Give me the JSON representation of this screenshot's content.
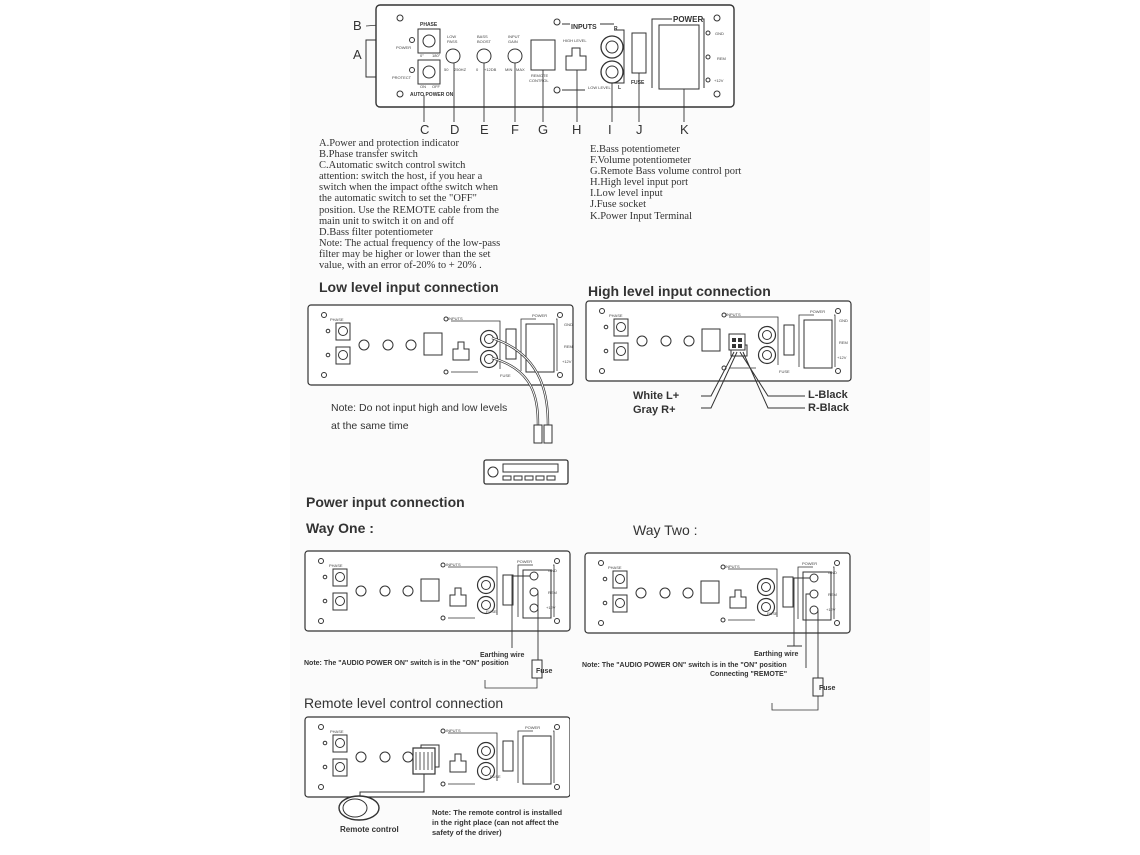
{
  "callouts": {
    "A": "A",
    "B": "B",
    "C": "C",
    "D": "D",
    "E": "E",
    "F": "F",
    "G": "G",
    "H": "H",
    "I": "I",
    "J": "J",
    "K": "K"
  },
  "panel": {
    "phase": "PHASE",
    "power": "POWER",
    "protect": "PROTECT",
    "auto_power_on": "AUTO POWER ON",
    "low_pass_1": "LOW",
    "low_pass_2": "PASS",
    "bass_boost_1": "BASS",
    "bass_boost_2": "BOOST",
    "input_gain_1": "INPUT",
    "input_gain_2": "GAIN",
    "remote_control_1": "REMOTE",
    "remote_control_2": "CONTROL",
    "inputs": "INPUTS",
    "high_level": "HIGH LEVEL",
    "low_level": "LOW LEVEL",
    "r": "R",
    "l": "L",
    "fuse": "FUSE",
    "power_title": "POWER",
    "gnd": "GND",
    "rem": "REM",
    "v12": "+12V",
    "deg0": "0°",
    "deg180": "180°",
    "on": "ON",
    "off": "OFF",
    "hz1": "50",
    "hz2": "250HZ",
    "db1": "0",
    "db2": "+12DB",
    "g1": "MIN",
    "g2": "MAX"
  },
  "description_left": [
    "A.Power and protection indicator",
    "B.Phase transfer switch",
    "C.Automatic switch control switch",
    "attention: switch the host, if you hear a",
    "switch when the impact ofthe switch when",
    "the automatic switch to set the \"OFF\"",
    "position. Use the REMOTE cable from the",
    "main unit to switch it on and off",
    "D.Bass filter potentiometer",
    "Note: The actual frequency of the low-pass",
    "filter may be higher or lower than the set",
    " value, with an error of-20% to + 20% ."
  ],
  "description_right": [
    "E.Bass potentiometer",
    "F.Volume potentiometer",
    "G.Remote Bass volume control port",
    "H.High level input port",
    "I.Low level input",
    "J.Fuse socket",
    "K.Power Input Terminal"
  ],
  "sections": {
    "low_level_title": "Low level input connection",
    "low_level_note_1": "Note: Do not input high and low levels",
    "low_level_note_2": "at the same time",
    "high_level_title": "High level input connection",
    "white_l": "White L+",
    "gray_r": "Gray  R+",
    "l_black": "L-Black",
    "r_black": "R-Black",
    "power_input_title": "Power input connection",
    "way_one": "Way One :",
    "way_two": "Way Two :",
    "earthing_wire": "Earthing wire",
    "fuse_label": "Fuse",
    "note_way_one": "Note: The \"AUDIO POWER ON\" switch is in the \"ON\" position",
    "note_way_two": "Note: The \"AUDIO POWER ON\" switch is in the \"ON\" position",
    "connecting_remote": "Connecting \"REMOTE\"",
    "remote_title": "Remote level control connection",
    "remote_control_label": "Remote control",
    "remote_note_1": "Note: The remote control is installed",
    "remote_note_2": "in the right place (can not affect the",
    "remote_note_3": "safety of the driver)"
  }
}
